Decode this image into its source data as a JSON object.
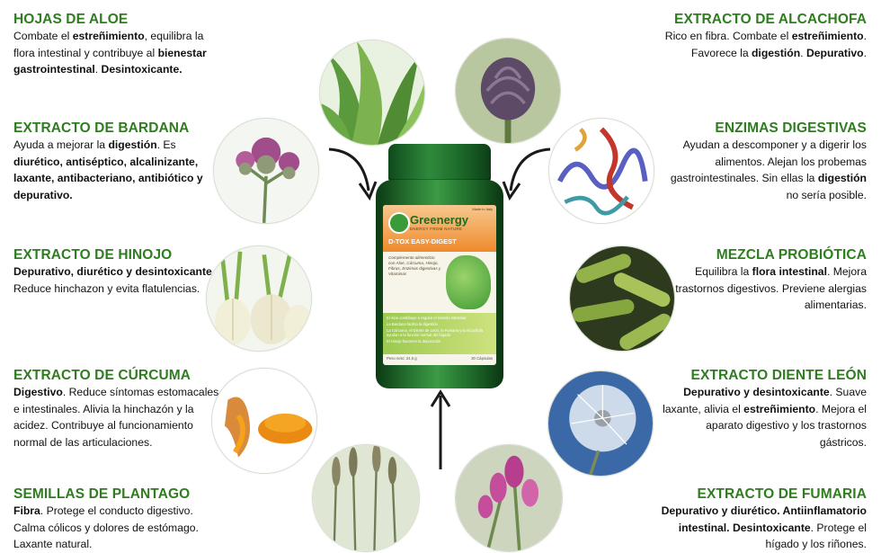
{
  "left": [
    {
      "title": "HOJAS DE ALOE",
      "text": [
        [
          "Combate el ",
          0
        ],
        [
          "estreñimiento",
          1
        ],
        [
          ", equilibra la flora intestinal y contribuye al ",
          0
        ],
        [
          "bienestar gastrointestinal",
          1
        ],
        [
          ". ",
          0
        ],
        [
          "Desintoxicante.",
          1
        ]
      ]
    },
    {
      "title": "EXTRACTO DE BARDANA",
      "text": [
        [
          "Ayuda a mejorar la ",
          0
        ],
        [
          "digestión",
          1
        ],
        [
          ". Es ",
          0
        ],
        [
          "diurético, antiséptico, alcalinizante, laxante, antibacteriano, antibiótico y depurativo.",
          1
        ]
      ]
    },
    {
      "title": "EXTRACTO DE HINOJO",
      "text": [
        [
          "Depurativo, diurético y desintoxicante",
          1
        ],
        [
          ". Reduce hinchazon y evita flatulencias.",
          0
        ]
      ]
    },
    {
      "title": "EXTRACTO DE CÚRCUMA",
      "text": [
        [
          "Digestivo",
          1
        ],
        [
          ". Reduce síntomas estomacales e intestinales. Alivia la hinchazón y la acidez. Contribuye al funcionamiento normal de las articulaciones.",
          0
        ]
      ]
    },
    {
      "title": "SEMILLAS DE PLANTAGO",
      "text": [
        [
          "Fibra",
          1
        ],
        [
          ". Protege el conducto digestivo. Calma cólicos y dolores de estómago. Laxante natural.",
          0
        ]
      ]
    }
  ],
  "right": [
    {
      "title": "EXTRACTO DE ALCACHOFA",
      "text": [
        [
          "Rico en fibra. Combate el ",
          0
        ],
        [
          "estreñimiento",
          1
        ],
        [
          ". Favorece la ",
          0
        ],
        [
          "digestión",
          1
        ],
        [
          ". ",
          0
        ],
        [
          "Depurativo",
          1
        ],
        [
          ".",
          0
        ]
      ]
    },
    {
      "title": "ENZIMAS DIGESTIVAS",
      "text": [
        [
          "Ayudan a descomponer y a digerir los alimentos. Alejan los probemas gastrointestinales. Sin ellas la ",
          0
        ],
        [
          "digestión",
          1
        ],
        [
          " no sería posible.",
          0
        ]
      ]
    },
    {
      "title": "MEZCLA PROBIÓTICA",
      "text": [
        [
          "Equilibra la ",
          0
        ],
        [
          "flora intestinal",
          1
        ],
        [
          ". Mejora trastornos digestivos. Previene alergias alimentarias.",
          0
        ]
      ]
    },
    {
      "title": "EXTRACTO DIENTE LEÓN",
      "text": [
        [
          "Depurativo y desintoxicante",
          1
        ],
        [
          ". Suave laxante, alivia el ",
          0
        ],
        [
          "estreñimiento",
          1
        ],
        [
          ". Mejora el aparato digestivo y los trastornos gástricos.",
          0
        ]
      ]
    },
    {
      "title": "EXTRACTO DE FUMARIA",
      "text": [
        [
          "Depurativo y diurético. Antiinflamatorio intestinal. Desintoxicante",
          1
        ],
        [
          ". Protege el hígado y los riñones.",
          0
        ]
      ]
    }
  ],
  "product": {
    "brand": "Greenergy",
    "tagline": "ENERGY FROM NATURE",
    "name": "D-TOX EASY-DIGEST",
    "description": "Complemento alimenticio con Aloe, Cúrcuma, Hinojo, Fibras, Enzimas digestivas y Vitaminas",
    "bullets": [
      "El Aloe contribuye a regular el tránsito intestinal",
      "La Bardana facilita la digestión",
      "La Cúrcuma, el Diente de León, la Fumaria y la Alcachofa ayudan a la función normal del hígado",
      "El Hinojo favorece la depuración"
    ],
    "weight": "Peso neto: 24,5 g",
    "count": "30 Cápsulas",
    "flag": "Made in Italy"
  },
  "colors": {
    "title": "#2f7d20",
    "bottle": "#1f6a2a",
    "label_orange": "#f08a2c"
  }
}
